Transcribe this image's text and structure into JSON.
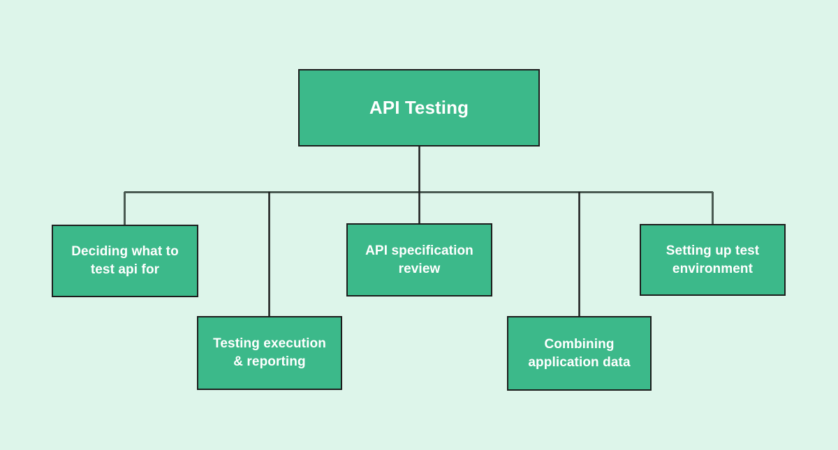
{
  "diagram": {
    "title": "API Testing",
    "type": "tree-hierarchy",
    "background_color": "#ddf5ea",
    "node_color": "#3cb98a",
    "node_border_color": "#1c1c1c",
    "node_text_color": "#ffffff",
    "connector_color": "#4a5a52",
    "root": {
      "id": "root",
      "label": "API Testing"
    },
    "children": [
      {
        "id": "deciding-what-to-test",
        "label": "Deciding what to\ntest api for"
      },
      {
        "id": "testing-execution",
        "label": "Testing execution\n& reporting"
      },
      {
        "id": "api-specification-review",
        "label": "API specification\nreview"
      },
      {
        "id": "combining-application-data",
        "label": "Combining\napplication data"
      },
      {
        "id": "setting-up-test-environment",
        "label": "Setting up test\nenvironment"
      }
    ]
  }
}
